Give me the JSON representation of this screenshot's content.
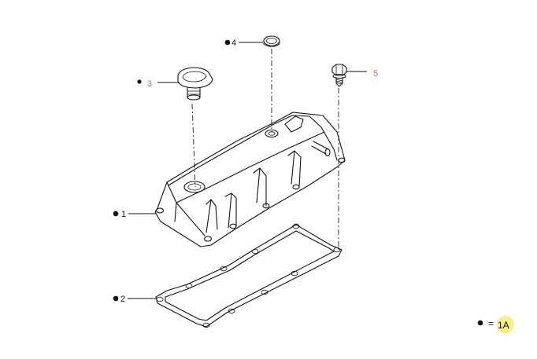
{
  "callouts": [
    {
      "id": "1",
      "label": "1",
      "style": "dark",
      "marker": "filled-dot"
    },
    {
      "id": "2",
      "label": "2",
      "style": "dark",
      "marker": "filled-dot"
    },
    {
      "id": "3",
      "label": "3",
      "style": "light",
      "marker": "filled-dot"
    },
    {
      "id": "4",
      "label": "4",
      "style": "dark",
      "marker": "filled-dot"
    },
    {
      "id": "5",
      "label": "5",
      "style": "light",
      "marker": "none"
    }
  ],
  "legend": {
    "marker": "filled-dot",
    "equals": "=",
    "code": "1A",
    "highlight_color": "#f6f08a"
  },
  "colors": {
    "line": "#111111",
    "light_label": "#c8705f",
    "background": "#ffffff"
  }
}
